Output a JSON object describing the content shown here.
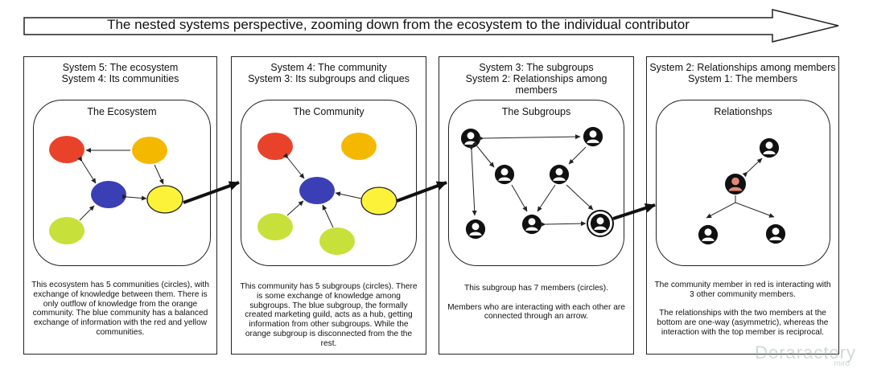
{
  "banner": {
    "title": "The nested systems perspective, zooming down from the ecosystem to the individual contributor"
  },
  "panels": [
    {
      "header": [
        "System 5: The ecosystem",
        "System 4: Its communities"
      ],
      "inner_title": "The Ecosystem",
      "description": "This ecosystem has 5 communities (circles), with exchange of knowledge between them. There is only outflow of knowledge from the orange community. The blue community has a balanced exchange of information with the red and yellow communities."
    },
    {
      "header": [
        "System 4: The community",
        "System 3: Its subgroups and cliques"
      ],
      "inner_title": "The Community",
      "description": "This community has 5 subgroups (circles). There is some exchange of knowledge among subgroups. The blue subgroup, the formally created marketing guild, acts as a hub, getting information from other subgroups. While the orange subgroup is disconnected from the the rest."
    },
    {
      "header": [
        "System 3: The subgroups",
        "System 2: Relationships among members"
      ],
      "inner_title": "The Subgroups",
      "description": "This subgroup has 7 members (circles).\n\nMembers who are interacting with each other are connected through an arrow."
    },
    {
      "header": [
        "System 2: Relationships among members",
        "System 1: The members"
      ],
      "inner_title": "Relationshps",
      "description": "The community member in red is interacting with 3 other community members.\n\nThe relationships with the two members at the bottom are one-way (asymmetric), whereas the interaction with the top member is reciprocal."
    }
  ],
  "watermark": {
    "text": "Doraractory",
    "sub": "miro"
  },
  "colors": {
    "red": "#e8432a",
    "orange": "#f5b800",
    "blue": "#3a3fb5",
    "green": "#c8e03a",
    "yellow": "#fcf23a",
    "member_red": "#e08878",
    "stroke": "#222222"
  }
}
